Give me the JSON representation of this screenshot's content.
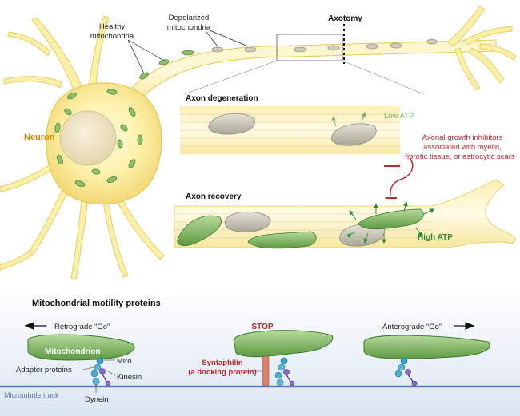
{
  "labels": {
    "healthy_mito_line1": "Healthy",
    "healthy_mito_line2": "mitochondria",
    "depolarized_line1": "Depolarized",
    "depolarized_line2": "mitochondria",
    "axotomy": "Axotomy",
    "neuron": "Neuron",
    "axon_degeneration": "Axon degeneration",
    "low_atp": "Low ATP",
    "inhibitors_line1": "Axonal growth inhibitors",
    "inhibitors_line2": "associated with myelin,",
    "inhibitors_line3": "fibrotic tissue, or astrocytic scars",
    "axon_recovery": "Axon recovery",
    "high_atp": "High ATP",
    "motility_title": "Mitochondrial motility proteins",
    "retrograde": "Retrograde “Go”",
    "stop": "STOP",
    "anterograde": "Anterograde “Go”",
    "mitochondrion": "Mitochondrion",
    "miro": "Miro",
    "adapter_proteins": "Adapter proteins",
    "kinesin": "Kinesin",
    "dynein": "Dynein",
    "syntaphilin_line1": "Syntaphilin",
    "syntaphilin_line2": "(a docking protein)",
    "microtubule_track": "Microtubule track"
  },
  "colors": {
    "neuron_fill": "#fbf1a8",
    "neuron_edge": "#e6c957",
    "healthy_green": "#6aa84f",
    "depolarized_gray": "#b8b6a8",
    "inhibitor_red": "#c0272d",
    "high_atp_green": "#2e8b3d",
    "low_atp_green": "#7bb36b",
    "neuron_label": "#c98a00",
    "syntaphilin": "#d9826a",
    "microtubule": "#5a7bb5",
    "microtubule_label": "#5a78a8"
  }
}
